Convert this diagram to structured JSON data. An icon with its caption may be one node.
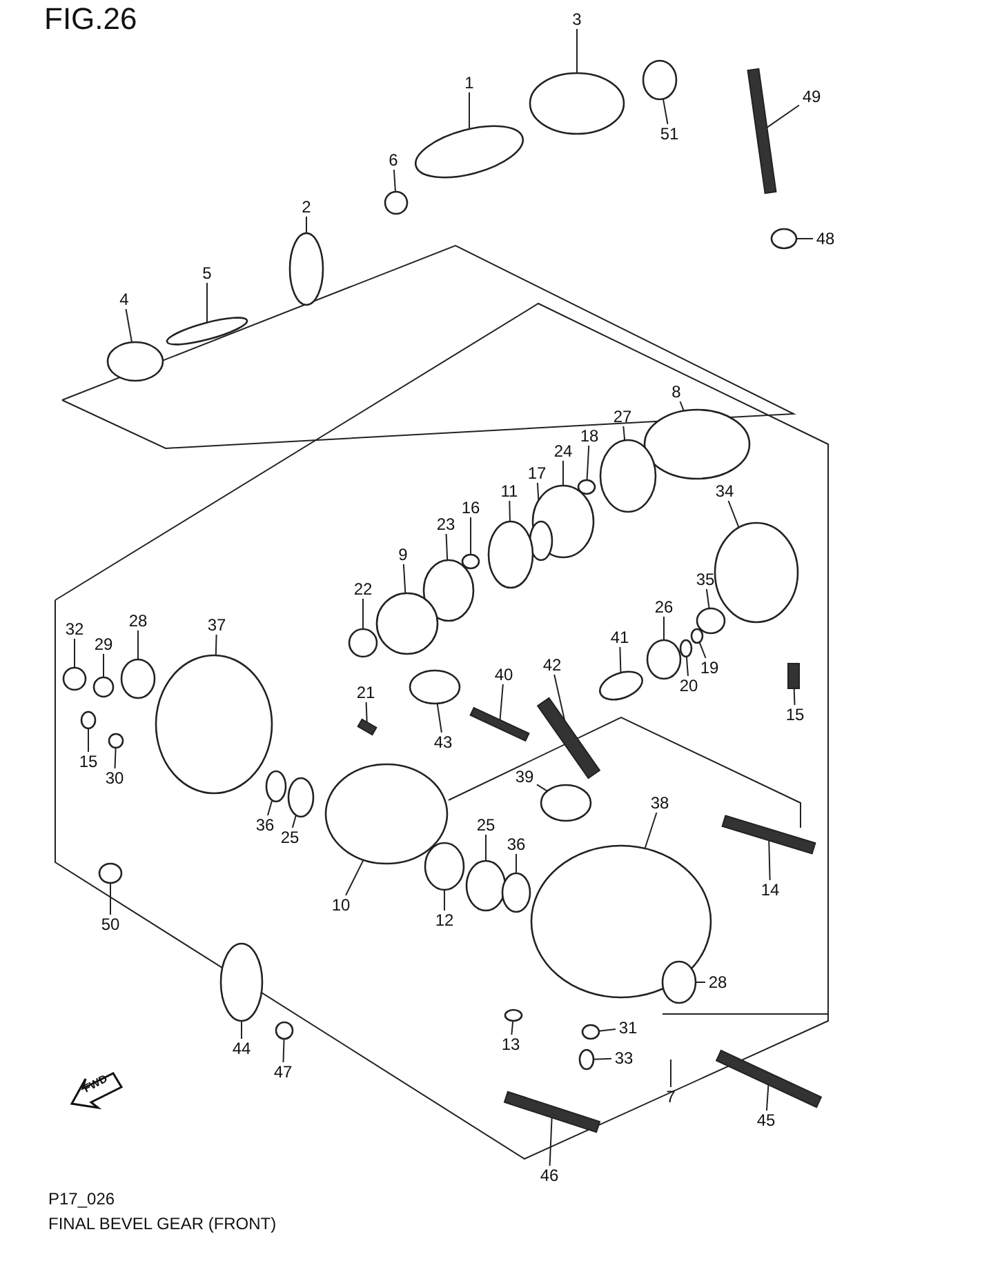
{
  "diagram": {
    "title": "FIG.26",
    "caption": "FINAL BEVEL GEAR (FRONT)",
    "nodes": [
      {
        "text": [
          "3"
        ]
      },
      {
        "text": [
          "1"
        ]
      },
      {
        "text": [
          "49"
        ]
      },
      {
        "text": [
          "51"
        ]
      },
      {
        "text": [
          "6"
        ]
      },
      {
        "text": [
          "2"
        ]
      },
      {
        "text": [
          "48"
        ]
      },
      {
        "text": [
          "5"
        ]
      },
      {
        "text": [
          "4"
        ]
      },
      {
        "text": [
          "8"
        ]
      },
      {
        "text": [
          "27"
        ]
      },
      {
        "text": [
          "18"
        ]
      },
      {
        "text": [
          "24"
        ]
      },
      {
        "text": [
          "17"
        ]
      },
      {
        "text": [
          "34"
        ]
      },
      {
        "text": [
          "11"
        ]
      },
      {
        "text": [
          "16"
        ]
      },
      {
        "text": [
          "23"
        ]
      },
      {
        "text": [
          "9"
        ]
      },
      {
        "text": [
          "35"
        ]
      },
      {
        "text": [
          "22"
        ]
      },
      {
        "text": [
          "26"
        ]
      },
      {
        "text": [
          "28"
        ]
      },
      {
        "text": [
          "37"
        ]
      },
      {
        "text": [
          "32"
        ]
      },
      {
        "text": [
          "41"
        ]
      },
      {
        "text": [
          "29"
        ]
      },
      {
        "text": [
          "19"
        ]
      },
      {
        "text": [
          "42"
        ]
      },
      {
        "text": [
          "40"
        ]
      },
      {
        "text": [
          "20"
        ]
      },
      {
        "text": [
          "21"
        ]
      },
      {
        "text": [
          "15"
        ]
      },
      {
        "text": [
          "43"
        ]
      },
      {
        "text": [
          "15"
        ]
      },
      {
        "text": [
          "39"
        ]
      },
      {
        "text": [
          "30"
        ]
      },
      {
        "text": [
          "38"
        ]
      },
      {
        "text": [
          "36"
        ]
      },
      {
        "text": [
          "25"
        ]
      },
      {
        "text": [
          "25"
        ]
      },
      {
        "text": [
          "36"
        ]
      },
      {
        "text": [
          "14"
        ]
      },
      {
        "text": [
          "10"
        ]
      },
      {
        "text": [
          "12"
        ]
      },
      {
        "text": [
          "50"
        ]
      },
      {
        "text": [
          "28"
        ]
      },
      {
        "text": [
          "31"
        ]
      },
      {
        "text": [
          "13"
        ]
      },
      {
        "text": [
          "44"
        ]
      },
      {
        "text": [
          "33"
        ]
      },
      {
        "text": [
          "47"
        ]
      },
      {
        "text": [
          "7"
        ]
      },
      {
        "text": [
          "45"
        ]
      },
      {
        "text": [
          "46"
        ]
      },
      {
        "text": [],
        "shape": "circle"
      },
      {
        "text": [],
        "shape": "circle"
      },
      {
        "text": [],
        "shape": "bar"
      },
      {
        "text": [],
        "shape": "circle"
      },
      {
        "text": [],
        "shape": "circle"
      },
      {
        "text": [],
        "shape": "circle"
      },
      {
        "text": [],
        "shape": "circle"
      },
      {
        "text": [],
        "shape": "circle"
      },
      {
        "text": [],
        "shape": "circle"
      },
      {
        "text": [],
        "shape": "circle"
      },
      {
        "text": [],
        "shape": "circle"
      },
      {
        "text": [],
        "shape": "circle"
      },
      {
        "text": [],
        "shape": "circle"
      },
      {
        "text": [],
        "shape": "circle"
      },
      {
        "text": [],
        "shape": "circle"
      },
      {
        "text": [],
        "shape": "circle"
      },
      {
        "text": [],
        "shape": "circle"
      },
      {
        "text": [],
        "shape": "circle"
      },
      {
        "text": [],
        "shape": "circle"
      },
      {
        "text": [],
        "shape": "circle"
      },
      {
        "text": [],
        "shape": "circle"
      },
      {
        "text": [],
        "shape": "circle"
      },
      {
        "text": [],
        "shape": "circle"
      },
      {
        "text": [],
        "shape": "circle"
      },
      {
        "text": [],
        "shape": "circle"
      },
      {
        "text": [],
        "shape": "circle"
      },
      {
        "text": [],
        "shape": "circle"
      },
      {
        "text": [],
        "shape": "circle"
      },
      {
        "text": [],
        "shape": "bar"
      },
      {
        "text": [],
        "shape": "bar"
      },
      {
        "text": [],
        "shape": "circle"
      },
      {
        "text": [],
        "shape": "bar"
      },
      {
        "text": [],
        "shape": "bar"
      },
      {
        "text": [],
        "shape": "circle"
      },
      {
        "text": [],
        "shape": "circle"
      },
      {
        "text": [],
        "shape": "circle"
      },
      {
        "text": [],
        "shape": "circle"
      },
      {
        "text": [],
        "shape": "circle"
      },
      {
        "text": [],
        "shape": "circle"
      },
      {
        "text": [],
        "shape": "circle"
      },
      {
        "text": [],
        "shape": "circle"
      },
      {
        "text": [],
        "shape": "circle"
      },
      {
        "text": [],
        "shape": "bar"
      },
      {
        "text": [],
        "shape": "circle"
      },
      {
        "text": [],
        "shape": "circle"
      },
      {
        "text": [],
        "shape": "circle"
      },
      {
        "text": [],
        "shape": "circle"
      },
      {
        "text": [],
        "shape": "circle"
      },
      {
        "text": [],
        "shape": "circle"
      },
      {
        "text": [],
        "shape": "circle"
      },
      {
        "text": [],
        "shape": "circle"
      },
      {
        "text": [],
        "shape": "circle"
      },
      {
        "text": [],
        "shape": "bar"
      },
      {
        "text": [],
        "shape": "bar"
      }
    ],
    "edges": [
      {
        "from": 0,
        "to": 55,
        "arrow": "none"
      },
      {
        "from": 1,
        "to": 56,
        "arrow": "none"
      },
      {
        "from": 2,
        "to": 57,
        "arrow": "none"
      },
      {
        "from": 3,
        "to": 58,
        "arrow": "none"
      },
      {
        "from": 4,
        "to": 59,
        "arrow": "none"
      },
      {
        "from": 5,
        "to": 60,
        "arrow": "none"
      },
      {
        "from": 6,
        "to": 61,
        "arrow": "none"
      },
      {
        "from": 7,
        "to": 62,
        "arrow": "none"
      },
      {
        "from": 8,
        "to": 63,
        "arrow": "none"
      },
      {
        "from": 9,
        "to": 64,
        "arrow": "none"
      },
      {
        "from": 10,
        "to": 65,
        "arrow": "none"
      },
      {
        "from": 11,
        "to": 66,
        "arrow": "none"
      },
      {
        "from": 12,
        "to": 67,
        "arrow": "none"
      },
      {
        "from": 13,
        "to": 68,
        "arrow": "none"
      },
      {
        "from": 14,
        "to": 69,
        "arrow": "none"
      },
      {
        "from": 15,
        "to": 70,
        "arrow": "none"
      },
      {
        "from": 16,
        "to": 71,
        "arrow": "none"
      },
      {
        "from": 17,
        "to": 72,
        "arrow": "none"
      },
      {
        "from": 18,
        "to": 73,
        "arrow": "none"
      },
      {
        "from": 19,
        "to": 74,
        "arrow": "none"
      },
      {
        "from": 20,
        "to": 75,
        "arrow": "none"
      },
      {
        "from": 21,
        "to": 76,
        "arrow": "none"
      },
      {
        "from": 22,
        "to": 77,
        "arrow": "none"
      },
      {
        "from": 23,
        "to": 78,
        "arrow": "none"
      },
      {
        "from": 24,
        "to": 79,
        "arrow": "none"
      },
      {
        "from": 25,
        "to": 80,
        "arrow": "none"
      },
      {
        "from": 26,
        "to": 81,
        "arrow": "none"
      },
      {
        "from": 27,
        "to": 82,
        "arrow": "none"
      },
      {
        "from": 28,
        "to": 83,
        "arrow": "none"
      },
      {
        "from": 29,
        "to": 84,
        "arrow": "none"
      },
      {
        "from": 30,
        "to": 85,
        "arrow": "none"
      },
      {
        "from": 31,
        "to": 86,
        "arrow": "none"
      },
      {
        "from": 32,
        "to": 87,
        "arrow": "none"
      },
      {
        "from": 33,
        "to": 88,
        "arrow": "none"
      },
      {
        "from": 34,
        "to": 89,
        "arrow": "none"
      },
      {
        "from": 35,
        "to": 90,
        "arrow": "none"
      },
      {
        "from": 36,
        "to": 91,
        "arrow": "none"
      },
      {
        "from": 37,
        "to": 92,
        "arrow": "none"
      },
      {
        "from": 38,
        "to": 93,
        "arrow": "none"
      },
      {
        "from": 39,
        "to": 94,
        "arrow": "none"
      },
      {
        "from": 40,
        "to": 95,
        "arrow": "none"
      },
      {
        "from": 41,
        "to": 96,
        "arrow": "none"
      },
      {
        "from": 42,
        "to": 97,
        "arrow": "none"
      },
      {
        "from": 43,
        "to": 98,
        "arrow": "none"
      },
      {
        "from": 44,
        "to": 99,
        "arrow": "none"
      },
      {
        "from": 45,
        "to": 100,
        "arrow": "none"
      },
      {
        "from": 46,
        "to": 101,
        "arrow": "none"
      },
      {
        "from": 47,
        "to": 102,
        "arrow": "none"
      },
      {
        "from": 48,
        "to": 103,
        "arrow": "none"
      },
      {
        "from": 49,
        "to": 104,
        "arrow": "none"
      },
      {
        "from": 50,
        "to": 105,
        "arrow": "none"
      },
      {
        "from": 51,
        "to": 106,
        "arrow": "none"
      },
      {
        "from": 52,
        "to": null,
        "arrow": "none"
      },
      {
        "from": 53,
        "to": 107,
        "arrow": "none"
      },
      {
        "from": 54,
        "to": 108,
        "arrow": "none"
      }
    ],
    "labels": [
      "FWD",
      "P17_026"
    ]
  }
}
